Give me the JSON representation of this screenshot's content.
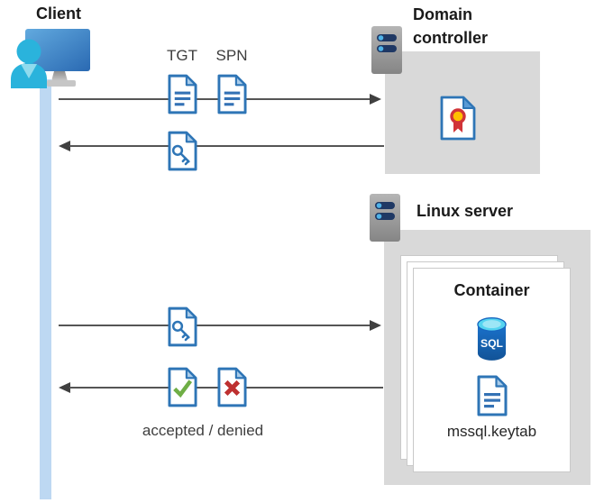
{
  "diagram": {
    "client": {
      "label": "Client"
    },
    "flow": {
      "tgt_label": "TGT",
      "spn_label": "SPN",
      "result_label": "accepted / denied"
    },
    "domain_controller": {
      "label": "Domain controller"
    },
    "linux_server": {
      "label": "Linux server"
    },
    "container": {
      "label": "Container",
      "database_badge": "SQL",
      "file_name": "mssql.keytab"
    },
    "colors": {
      "document_blue": "#2e75b6",
      "fold_light_blue": "#a9ccea",
      "person_cyan": "#2ab3dc",
      "lifeline_blue": "#bdd8f2",
      "box_gray": "#d9d9d9",
      "arrow_gray": "#555555",
      "check_green": "#6fae45",
      "cross_red": "#be3030",
      "seal_ring_red": "#d13438",
      "seal_yellow": "#ffc000",
      "sql_blue": "#1767c0",
      "sql_top_cyan": "#55d4f0"
    }
  }
}
